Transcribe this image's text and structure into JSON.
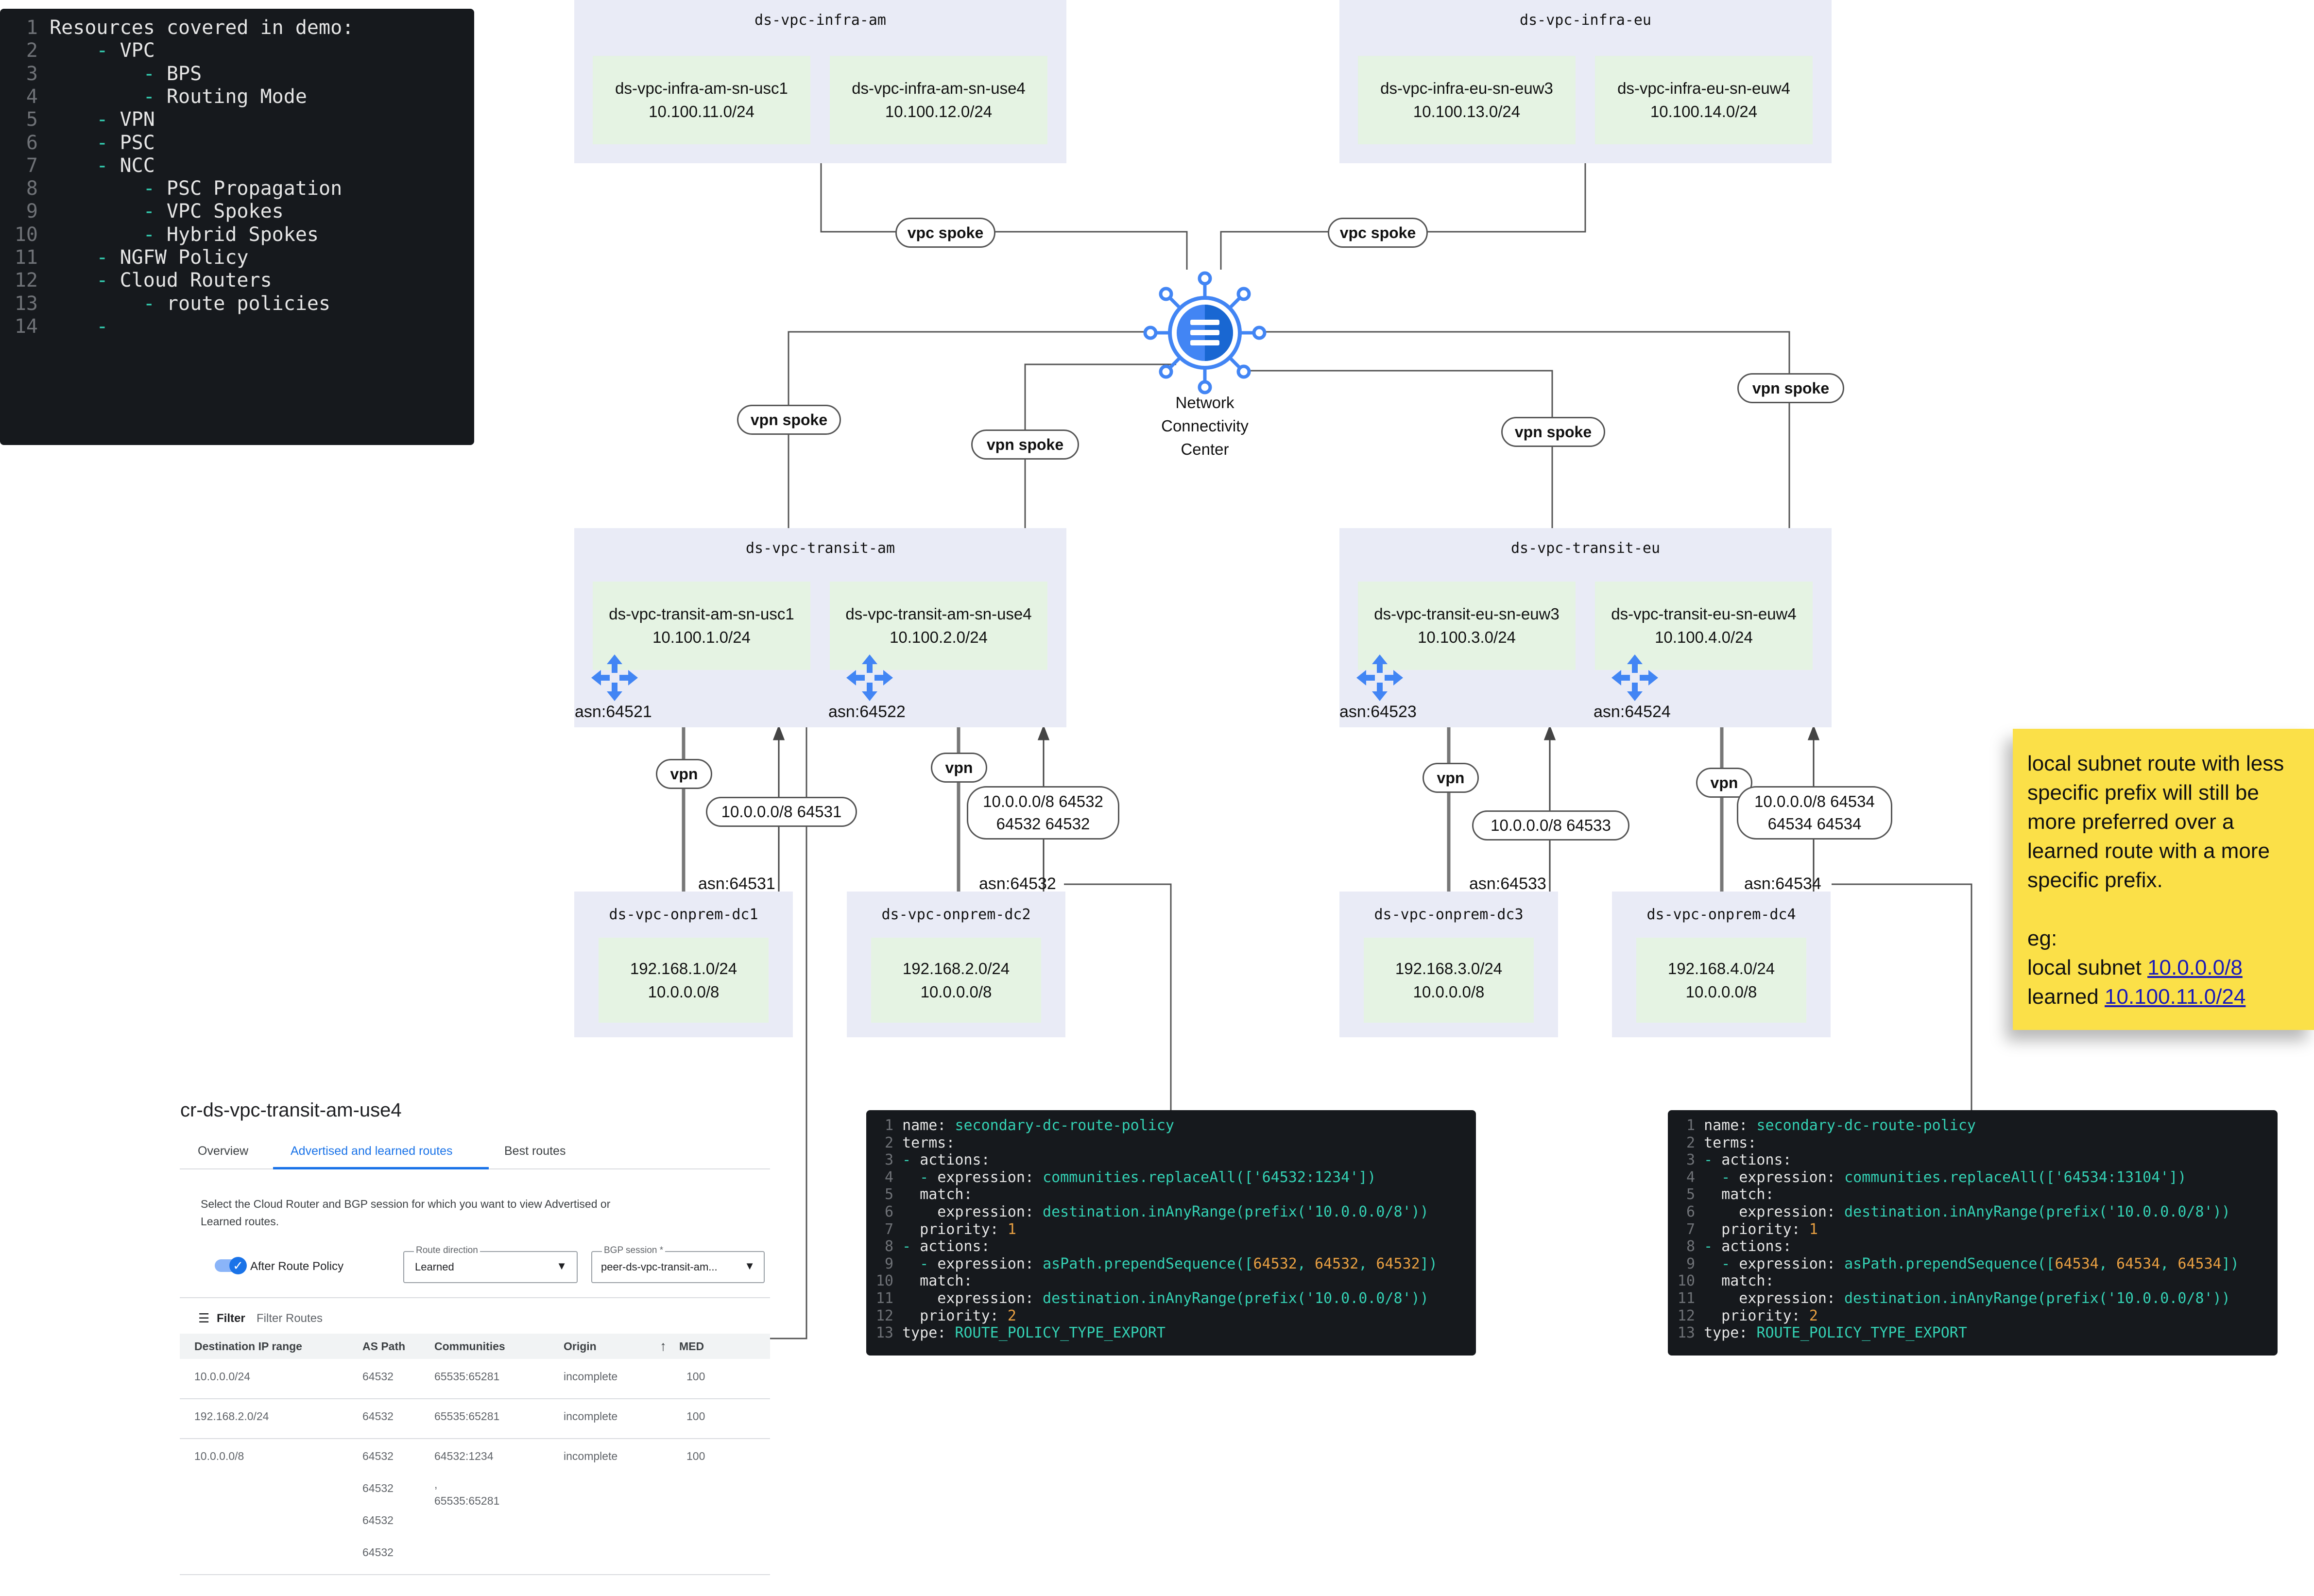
{
  "resources_panel": {
    "lines": [
      {
        "n": "1",
        "text": "Resources covered in demo:"
      },
      {
        "n": "2",
        "dash": "- ",
        "text": "VPC",
        "level": 1
      },
      {
        "n": "3",
        "dash": "- ",
        "text": "BPS",
        "level": 2
      },
      {
        "n": "4",
        "dash": "- ",
        "text": "Routing Mode",
        "level": 2
      },
      {
        "n": "5",
        "dash": "- ",
        "text": "VPN",
        "level": 1
      },
      {
        "n": "6",
        "dash": "- ",
        "text": "PSC",
        "level": 1
      },
      {
        "n": "7",
        "dash": "- ",
        "text": "NCC",
        "level": 1
      },
      {
        "n": "8",
        "dash": "- ",
        "text": "PSC Propagation",
        "level": 2
      },
      {
        "n": "9",
        "dash": "- ",
        "text": "VPC Spokes",
        "level": 2
      },
      {
        "n": "10",
        "dash": "- ",
        "text": "Hybrid Spokes",
        "level": 2
      },
      {
        "n": "11",
        "dash": "- ",
        "text": "NGFW Policy",
        "level": 1
      },
      {
        "n": "12",
        "dash": "- ",
        "text": "Cloud Routers",
        "level": 1
      },
      {
        "n": "13",
        "dash": "- ",
        "text": "route policies",
        "level": 2
      },
      {
        "n": "14",
        "dash": "-",
        "text": "",
        "level": 1
      }
    ]
  },
  "infra_am": {
    "title": "ds-vpc-infra-am",
    "subnets": [
      {
        "name": "ds-vpc-infra-am-sn-usc1",
        "cidr": "10.100.11.0/24"
      },
      {
        "name": "ds-vpc-infra-am-sn-use4",
        "cidr": "10.100.12.0/24"
      }
    ]
  },
  "infra_eu": {
    "title": "ds-vpc-infra-eu",
    "subnets": [
      {
        "name": "ds-vpc-infra-eu-sn-euw3",
        "cidr": "10.100.13.0/24"
      },
      {
        "name": "ds-vpc-infra-eu-sn-euw4",
        "cidr": "10.100.14.0/24"
      }
    ]
  },
  "transit_am": {
    "title": "ds-vpc-transit-am",
    "subnets": [
      {
        "name": "ds-vpc-transit-am-sn-usc1",
        "cidr": "10.100.1.0/24"
      },
      {
        "name": "ds-vpc-transit-am-sn-use4",
        "cidr": "10.100.2.0/24"
      }
    ],
    "asns": [
      "asn:64521",
      "asn:64522"
    ]
  },
  "transit_eu": {
    "title": "ds-vpc-transit-eu",
    "subnets": [
      {
        "name": "ds-vpc-transit-eu-sn-euw3",
        "cidr": "10.100.3.0/24"
      },
      {
        "name": "ds-vpc-transit-eu-sn-euw4",
        "cidr": "10.100.4.0/24"
      }
    ],
    "asns": [
      "asn:64523",
      "asn:64524"
    ]
  },
  "onprem": [
    {
      "title": "ds-vpc-onprem-dc1",
      "cidr1": "192.168.1.0/24",
      "cidr2": "10.0.0.0/8",
      "asn": "asn:64531"
    },
    {
      "title": "ds-vpc-onprem-dc2",
      "cidr1": "192.168.2.0/24",
      "cidr2": "10.0.0.0/8",
      "asn": "asn:64532"
    },
    {
      "title": "ds-vpc-onprem-dc3",
      "cidr1": "192.168.3.0/24",
      "cidr2": "10.0.0.0/8",
      "asn": "asn:64533"
    },
    {
      "title": "ds-vpc-onprem-dc4",
      "cidr1": "192.168.4.0/24",
      "cidr2": "10.0.0.0/8",
      "asn": "asn:64534"
    }
  ],
  "ncc": {
    "line1": "Network",
    "line2": "Connectivity",
    "line3": "Center"
  },
  "spokes": {
    "vpc": "vpc spoke",
    "vpn": "vpn spoke"
  },
  "vpn_label": "vpn",
  "routes": {
    "dc1": "10.0.0.0/8 64531",
    "dc2_l1": "10.0.0.0/8 64532",
    "dc2_l2": "64532 64532",
    "dc3": "10.0.0.0/8 64533",
    "dc4_l1": "10.0.0.0/8 64534",
    "dc4_l2": "64534 64534"
  },
  "sticky": {
    "lines": [
      "local subnet route with less",
      "specific prefix will still be",
      "more preferred over a",
      "learned route with a more",
      "specific prefix."
    ],
    "eg": "eg:",
    "local_prefix": "local subnet ",
    "local_value": "10.0.0.0/8",
    "learned_prefix": "learned ",
    "learned_value": "10.100.11.0/24"
  },
  "policy_left": {
    "lines": [
      [
        {
          "t": "name: ",
          "c": "k"
        },
        {
          "t": "secondary-dc-route-policy",
          "c": "v"
        }
      ],
      [
        {
          "t": "terms:",
          "c": "k"
        }
      ],
      [
        {
          "t": "- ",
          "c": "d"
        },
        {
          "t": "actions:",
          "c": "k"
        }
      ],
      [
        {
          "t": "  - ",
          "c": "d"
        },
        {
          "t": "expression: ",
          "c": "k"
        },
        {
          "t": "communities.replaceAll(['64532:1234'])",
          "c": "v"
        }
      ],
      [
        {
          "t": "  match:",
          "c": "k"
        }
      ],
      [
        {
          "t": "    expression: ",
          "c": "k"
        },
        {
          "t": "destination.inAnyRange(prefix('10.0.0.0/8'))",
          "c": "v"
        }
      ],
      [
        {
          "t": "  priority: ",
          "c": "k"
        },
        {
          "t": "1",
          "c": "n"
        }
      ],
      [
        {
          "t": "- ",
          "c": "d"
        },
        {
          "t": "actions:",
          "c": "k"
        }
      ],
      [
        {
          "t": "  - ",
          "c": "d"
        },
        {
          "t": "expression: ",
          "c": "k"
        },
        {
          "t": "asPath.prependSequence([",
          "c": "v"
        },
        {
          "t": "64532",
          "c": "n"
        },
        {
          "t": ", ",
          "c": "v"
        },
        {
          "t": "64532",
          "c": "n"
        },
        {
          "t": ", ",
          "c": "v"
        },
        {
          "t": "64532",
          "c": "n"
        },
        {
          "t": "])",
          "c": "v"
        }
      ],
      [
        {
          "t": "  match:",
          "c": "k"
        }
      ],
      [
        {
          "t": "    expression: ",
          "c": "k"
        },
        {
          "t": "destination.inAnyRange(prefix('10.0.0.0/8'))",
          "c": "v"
        }
      ],
      [
        {
          "t": "  priority: ",
          "c": "k"
        },
        {
          "t": "2",
          "c": "n"
        }
      ],
      [
        {
          "t": "type: ",
          "c": "k"
        },
        {
          "t": "ROUTE_POLICY_TYPE_EXPORT",
          "c": "v"
        }
      ]
    ]
  },
  "policy_right": {
    "lines": [
      [
        {
          "t": "name: ",
          "c": "k"
        },
        {
          "t": "secondary-dc-route-policy",
          "c": "v"
        }
      ],
      [
        {
          "t": "terms:",
          "c": "k"
        }
      ],
      [
        {
          "t": "- ",
          "c": "d"
        },
        {
          "t": "actions:",
          "c": "k"
        }
      ],
      [
        {
          "t": "  - ",
          "c": "d"
        },
        {
          "t": "expression: ",
          "c": "k"
        },
        {
          "t": "communities.replaceAll(['64534:13104'])",
          "c": "v"
        }
      ],
      [
        {
          "t": "  match:",
          "c": "k"
        }
      ],
      [
        {
          "t": "    expression: ",
          "c": "k"
        },
        {
          "t": "destination.inAnyRange(prefix('10.0.0.0/8'))",
          "c": "v"
        }
      ],
      [
        {
          "t": "  priority: ",
          "c": "k"
        },
        {
          "t": "1",
          "c": "n"
        }
      ],
      [
        {
          "t": "- ",
          "c": "d"
        },
        {
          "t": "actions:",
          "c": "k"
        }
      ],
      [
        {
          "t": "  - ",
          "c": "d"
        },
        {
          "t": "expression: ",
          "c": "k"
        },
        {
          "t": "asPath.prependSequence([",
          "c": "v"
        },
        {
          "t": "64534",
          "c": "n"
        },
        {
          "t": ", ",
          "c": "v"
        },
        {
          "t": "64534",
          "c": "n"
        },
        {
          "t": ", ",
          "c": "v"
        },
        {
          "t": "64534",
          "c": "n"
        },
        {
          "t": "])",
          "c": "v"
        }
      ],
      [
        {
          "t": "  match:",
          "c": "k"
        }
      ],
      [
        {
          "t": "    expression: ",
          "c": "k"
        },
        {
          "t": "destination.inAnyRange(prefix('10.0.0.0/8'))",
          "c": "v"
        }
      ],
      [
        {
          "t": "  priority: ",
          "c": "k"
        },
        {
          "t": "2",
          "c": "n"
        }
      ],
      [
        {
          "t": "type: ",
          "c": "k"
        },
        {
          "t": "ROUTE_POLICY_TYPE_EXPORT",
          "c": "v"
        }
      ]
    ]
  },
  "router_ui": {
    "title": "cr-ds-vpc-transit-am-use4",
    "tabs": [
      "Overview",
      "Advertised and learned routes",
      "Best routes"
    ],
    "active_tab": 1,
    "desc1": "Select the Cloud Router and BGP session for which you want to view Advertised or",
    "desc2": "Learned routes.",
    "toggle_label": "After Route Policy",
    "route_direction_label": "Route direction",
    "route_direction_value": "Learned",
    "bgp_label": "BGP session *",
    "bgp_value": "peer-ds-vpc-transit-am...",
    "filter_label": "Filter",
    "filter_placeholder": "Filter Routes",
    "columns": [
      "Destination IP range",
      "AS Path",
      "Communities",
      "Origin",
      "MED"
    ],
    "rows": [
      {
        "dest": "10.0.0.0/24",
        "aspath": [
          "64532"
        ],
        "comm": [
          "65535:65281"
        ],
        "origin": "incomplete",
        "med": "100"
      },
      {
        "dest": "192.168.2.0/24",
        "aspath": [
          "64532"
        ],
        "comm": [
          "65535:65281"
        ],
        "origin": "incomplete",
        "med": "100"
      },
      {
        "dest": "10.0.0.0/8",
        "aspath": [
          "64532",
          "64532",
          "64532",
          "64532"
        ],
        "comm": [
          "64532:1234",
          ",",
          "65535:65281"
        ],
        "origin": "incomplete",
        "med": "100"
      }
    ]
  },
  "colors": {
    "accent": "#4285f4",
    "vpc_bg": "#e9ebf6",
    "subnet_bg": "#e5f3e3",
    "sticky": "#fbe048",
    "code_bg": "#16191d",
    "code_value": "#34d1b4",
    "code_number": "#e9a042"
  }
}
